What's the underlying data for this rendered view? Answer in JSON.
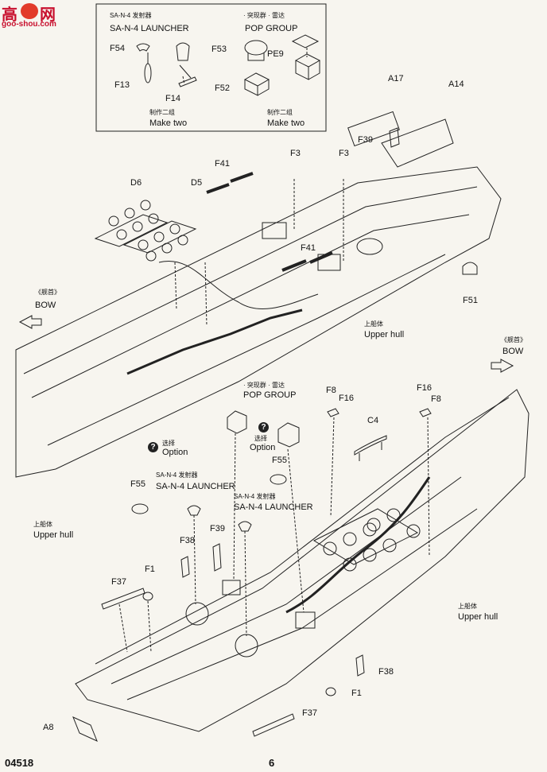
{
  "logo": {
    "site_cn": "高",
    "site_cn2": "网",
    "site_url": "goo-shou.com"
  },
  "inset": {
    "sa_n4_cn": "SA-N-4 发射器",
    "sa_n4_en": "SA-N-4 LAUNCHER",
    "pop_cn": "· 突现群 · 雷达",
    "pop_en": "POP GROUP",
    "make_two_cn": "制作二组",
    "make_two_en": "Make two",
    "make_two_cn_b": "制作二组",
    "make_two_en_b": "Make two",
    "parts": [
      "F54",
      "F13",
      "F14",
      "F53",
      "PE9",
      "F52"
    ]
  },
  "top": {
    "parts": [
      "A17",
      "A14",
      "F39",
      "F3",
      "F3",
      "F41",
      "D6",
      "D5",
      "F41",
      "F51"
    ],
    "bow_cn": "《舰首》",
    "bow_en": "BOW",
    "hull_cn": "上船体",
    "hull_en": "Upper hull",
    "bow_cn_r": "《舰首》",
    "bow_en_r": "BOW"
  },
  "bottom": {
    "pop_cn": "· 突现群 · 雷达",
    "pop_en": "POP GROUP",
    "option_cn": "选择",
    "option_en": "Option",
    "option_cn_b": "选择",
    "option_en_b": "Option",
    "option_mark": "?",
    "sa_n4_cn": "SA-N-4 发射器",
    "sa_n4_en": "SA-N-4 LAUNCHER",
    "sa_n4_cn_b": "SA-N-4 发射器",
    "sa_n4_en_b": "SA-N-4 LAUNCHER",
    "parts": [
      "F8",
      "F16",
      "C4",
      "F16",
      "F8",
      "F55",
      "F55",
      "F39",
      "F38",
      "F1",
      "F37",
      "F38",
      "F1",
      "F37",
      "A8"
    ],
    "hull_cn": "上船体",
    "hull_en": "Upper hull",
    "hull_cn_r": "上船体",
    "hull_en_r": "Upper hull"
  },
  "footer": {
    "code": "04518",
    "page": "6"
  }
}
